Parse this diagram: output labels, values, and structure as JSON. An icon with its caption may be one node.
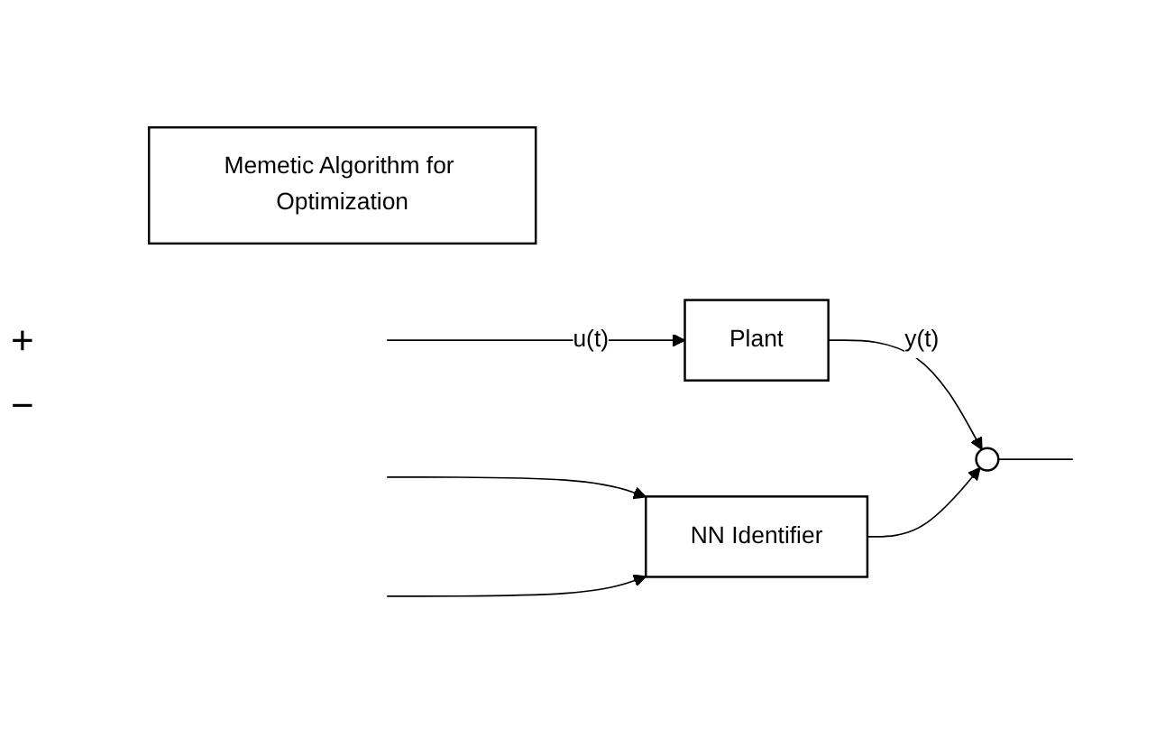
{
  "diagram": {
    "nodes": [
      {
        "text": [
          "Plant"
        ]
      },
      {
        "text": [
          "NN Identifier"
        ]
      },
      {
        "text": [],
        "shape": "circle"
      },
      {
        "text": [
          "Memetic Algorithm for Optimization"
        ]
      }
    ],
    "edges": [
      {
        "from": null,
        "to": 0,
        "arrow": "to",
        "label": "u(t)"
      },
      {
        "from": null,
        "to": 1,
        "arrow": "to"
      },
      {
        "from": 0,
        "to": 2,
        "arrow": "to",
        "label": "y(t)"
      },
      {
        "from": 1,
        "to": 2,
        "arrow": "to"
      },
      {
        "from": 2,
        "to": null,
        "arrow": "none"
      },
      {
        "from": null,
        "to": 1,
        "arrow": "to"
      }
    ],
    "labels": [
      "+",
      "−"
    ]
  }
}
